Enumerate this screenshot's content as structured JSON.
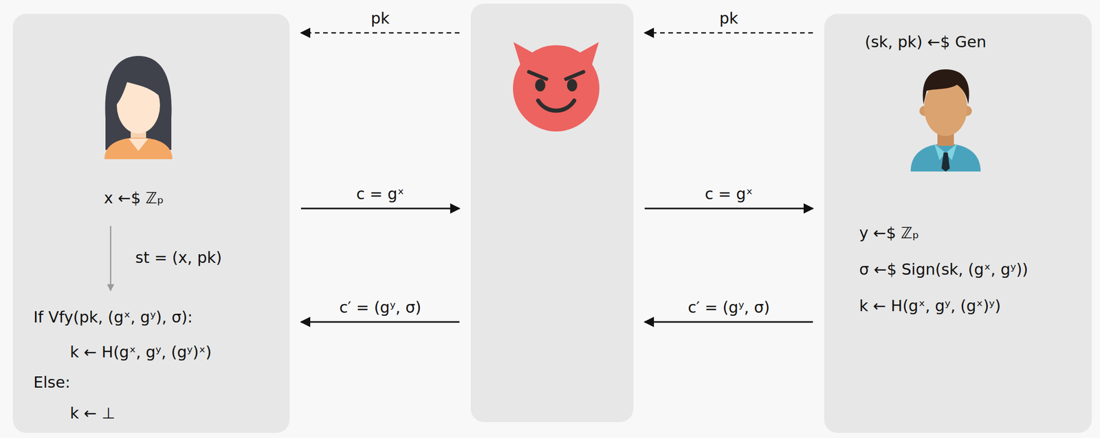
{
  "diagram": {
    "nodes": [
      {
        "text": [
          "x ←$ ℤₚ",
          "st = (x, pk)",
          "If Vfy(pk, (gˣ, gʸ), σ):",
          "k ← H(gˣ, gʸ, (gʸ)ˣ)",
          "Else:",
          "k ← ⊥"
        ]
      },
      {
        "text": []
      },
      {
        "text": [
          "(sk, pk) ←$ Gen",
          "y ←$ ℤₚ",
          "σ ←$ Sign(sk, (gˣ, gʸ))",
          "k ← H(gˣ, gʸ, (gˣ)ʸ)"
        ]
      }
    ],
    "edges": [
      {
        "from": 1,
        "to": 0,
        "label": "pk",
        "arrow": "to"
      },
      {
        "from": 2,
        "to": 1,
        "label": "pk",
        "arrow": "to"
      },
      {
        "from": 0,
        "to": 1,
        "label": "c = gˣ",
        "arrow": "to"
      },
      {
        "from": 1,
        "to": 2,
        "label": "c = gˣ",
        "arrow": "to"
      },
      {
        "from": 2,
        "to": 1,
        "label": "c′ = (gʸ, σ)",
        "arrow": "to"
      },
      {
        "from": 1,
        "to": 0,
        "label": "c′ = (gʸ, σ)",
        "arrow": "to"
      }
    ]
  }
}
